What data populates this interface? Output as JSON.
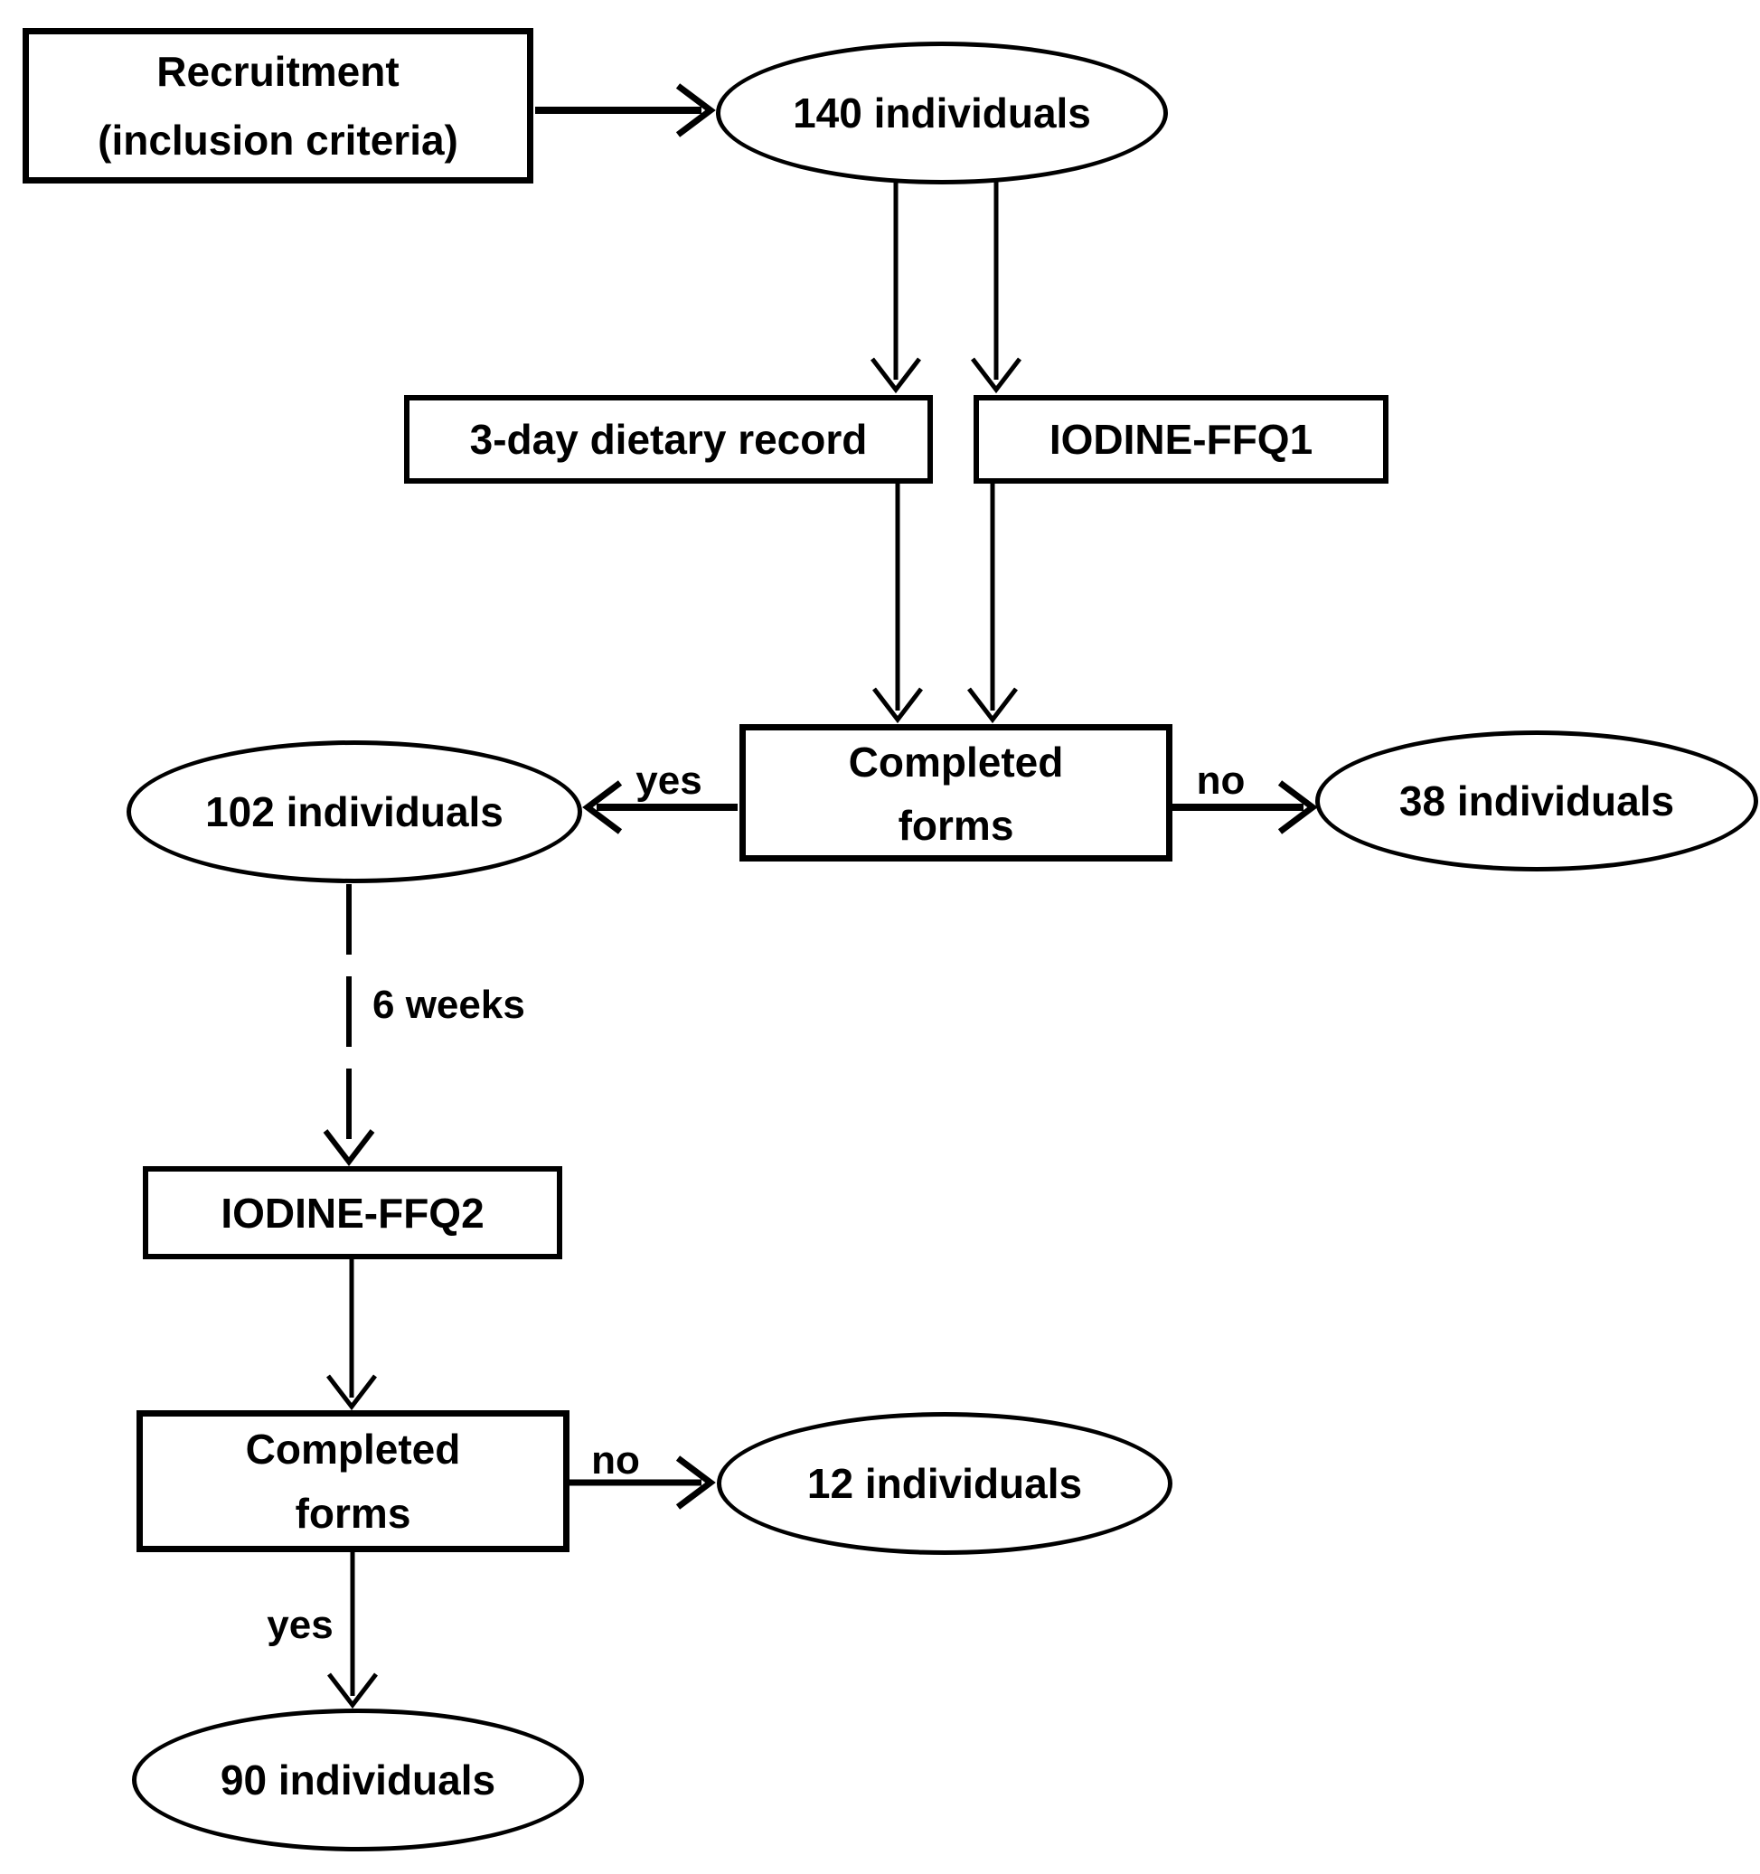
{
  "diagram": {
    "nodes": {
      "recruitment": {
        "line1": "Recruitment",
        "line2": "(inclusion criteria)"
      },
      "individuals_140": "140 individuals",
      "dietary_record": "3-day dietary record",
      "ffq1": "IODINE-FFQ1",
      "completed_forms_1": {
        "line1": "Completed",
        "line2": "forms"
      },
      "individuals_102": "102 individuals",
      "individuals_38": "38 individuals",
      "ffq2": "IODINE-FFQ2",
      "completed_forms_2": {
        "line1": "Completed",
        "line2": "forms"
      },
      "individuals_12": "12 individuals",
      "individuals_90": "90 individuals"
    },
    "edge_labels": {
      "completed1_yes": "yes",
      "completed1_no": "no",
      "interval": "6 weeks",
      "completed2_no": "no",
      "completed2_yes": "yes"
    },
    "colors": {
      "stroke": "#000000",
      "background": "#ffffff",
      "text": "#000000"
    }
  }
}
